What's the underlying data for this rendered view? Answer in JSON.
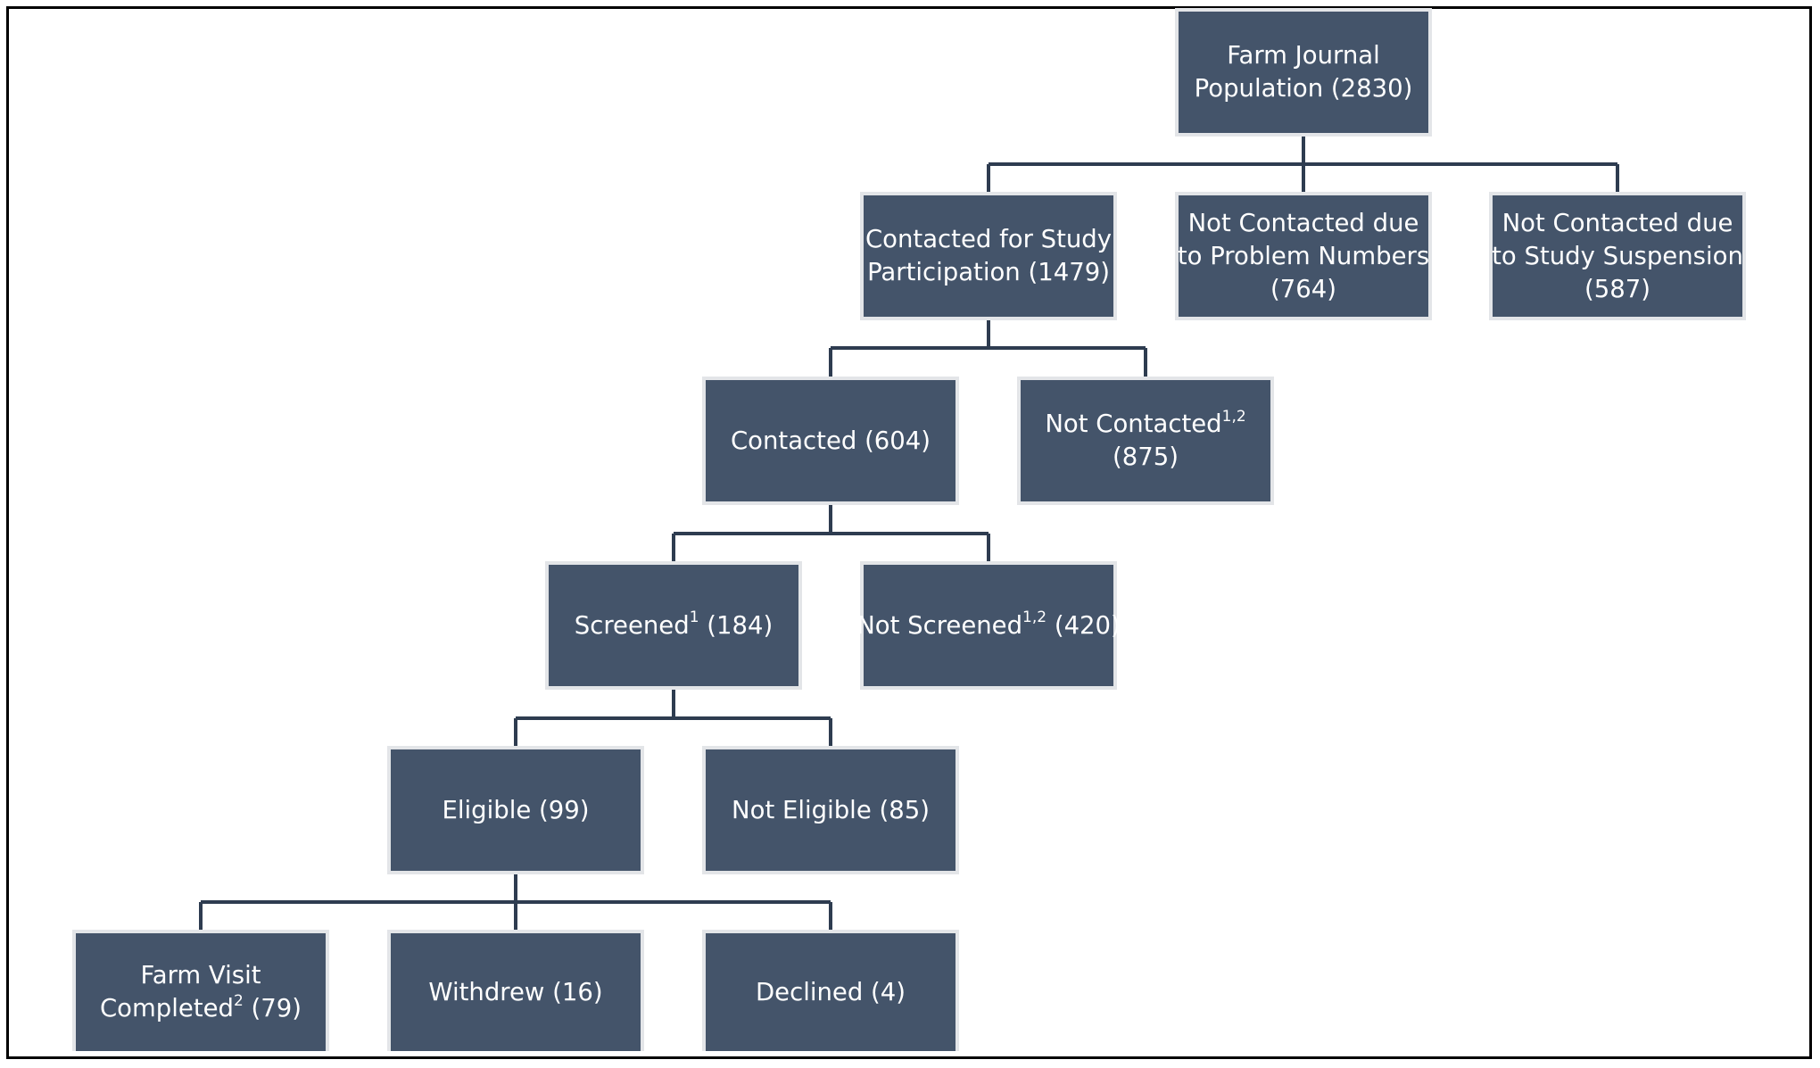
{
  "colors": {
    "node_fill": "#44546a",
    "node_border": "#e3e5e8",
    "connector": "#2e3c50",
    "node_text": "#ffffff"
  },
  "nodes": {
    "population": {
      "lines": [
        "Farm Journal",
        "Population (2830)"
      ]
    },
    "contacted_for_study": {
      "lines": [
        "Contacted for Study",
        "Participation (1479)"
      ]
    },
    "not_contacted_problem": {
      "lines": [
        "Not Contacted due",
        "to Problem Numbers",
        "(764)"
      ]
    },
    "not_contacted_suspension": {
      "lines": [
        "Not Contacted due",
        "to Study Suspension",
        "(587)"
      ]
    },
    "contacted": {
      "lines": [
        "Contacted (604)"
      ]
    },
    "not_contacted": {
      "label": "Not Contacted",
      "sup": "1,2",
      "count": "(875)"
    },
    "screened": {
      "label": "Screened",
      "sup": "1",
      "count": " (184)"
    },
    "not_screened": {
      "label": "Not Screened",
      "sup": "1,2",
      "count": " (420)"
    },
    "eligible": {
      "lines": [
        "Eligible (99)"
      ]
    },
    "not_eligible": {
      "lines": [
        "Not Eligible (85)"
      ]
    },
    "farm_visit": {
      "line1": "Farm Visit",
      "label": "Completed",
      "sup": "2",
      "count": " (79)"
    },
    "withdrew": {
      "lines": [
        "Withdrew (16)"
      ]
    },
    "declined": {
      "lines": [
        "Declined (4)"
      ]
    }
  }
}
